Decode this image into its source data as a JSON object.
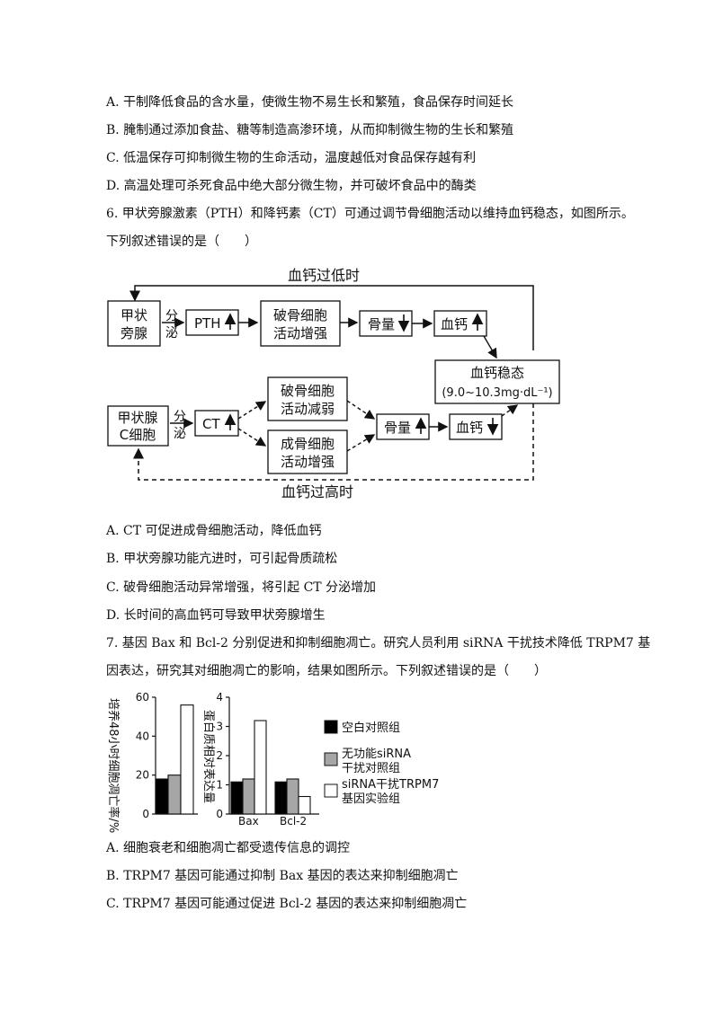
{
  "q5_options": [
    "A. 干制降低食品的含水量，使微生物不易生长和繁殖，食品保存时间延长",
    "B. 腌制通过添加食盐、糖等制造高渗环境，从而抑制微生物的生长和繁殖",
    "C. 低温保存可抑制微生物的生命活动，温度越低对食品保存越有利",
    "D. 高温处理可杀死食品中绝大部分微生物，并可破坏食品中的酶类"
  ],
  "q6": {
    "stem_line1": "6. 甲状旁腺激素（PTH）和降钙素（CT）可通过调节骨细胞活动以维持血钙稳态，如图所示。",
    "stem_line2": "下列叙述错误的是（　　）",
    "diagram": {
      "label_low": "血钙过低时",
      "label_high": "血钙过高时",
      "parathyroid": [
        "甲状",
        "旁腺"
      ],
      "secrete": [
        "分",
        "泌"
      ],
      "pth": "PTH",
      "osteoclast_up": [
        "破骨细胞",
        "活动增强"
      ],
      "bone_mass": "骨量",
      "blood_ca": "血钙",
      "homeostasis": [
        "血钙稳态",
        "(9.0~10.3mg·dL⁻¹)"
      ],
      "thyroid_c": [
        "甲状腺",
        "C细胞"
      ],
      "ct": "CT",
      "osteoclast_down": [
        "破骨细胞",
        "活动减弱"
      ],
      "osteoblast_up": [
        "成骨细胞",
        "活动增强"
      ]
    },
    "options": [
      "A. CT 可促进成骨细胞活动，降低血钙",
      "B. 甲状旁腺功能亢进时，可引起骨质疏松",
      "C. 破骨细胞活动异常增强，将引起 CT 分泌增加",
      "D. 长时间的高血钙可导致甲状旁腺增生"
    ]
  },
  "q7": {
    "stem_line1": "7. 基因 Bax 和 Bcl-2 分别促进和抑制细胞凋亡。研究人员利用 siRNA 干扰技术降低 TRPM7 基",
    "stem_line2": "因表达，研究其对细胞凋亡的影响，结果如图所示。下列叙述错误的是（　　）",
    "legend": [
      {
        "label": [
          "空白对照组"
        ],
        "color": "#000000"
      },
      {
        "label": [
          "无功能siRNA",
          "干扰对照组"
        ],
        "color": "#a6a6a6"
      },
      {
        "label": [
          "siRNA干扰TRPM7",
          "基因实验组"
        ],
        "color": "#ffffff"
      }
    ],
    "options": [
      "A. 细胞衰老和细胞凋亡都受遗传信息的调控",
      "B. TRPM7 基因可能通过抑制 Bax 基因的表达来抑制细胞凋亡",
      "C. TRPM7 基因可能通过促进 Bcl-2 基因的表达来抑制细胞凋亡"
    ]
  },
  "chart_data": [
    {
      "type": "bar",
      "ylabel": "培养48小时细胞凋亡率/%",
      "ylim": [
        0,
        60
      ],
      "yticks": [
        0,
        20,
        40,
        60
      ],
      "categories": [
        ""
      ],
      "series": [
        {
          "name": "空白对照组",
          "values": [
            18
          ]
        },
        {
          "name": "无功能siRNA干扰对照组",
          "values": [
            20
          ]
        },
        {
          "name": "siRNA干扰TRPM7基因实验组",
          "values": [
            56
          ]
        }
      ]
    },
    {
      "type": "bar",
      "ylabel": "蛋白质相对表达量",
      "ylim": [
        0,
        4
      ],
      "yticks": [
        0,
        1,
        2,
        3,
        4
      ],
      "categories": [
        "Bax",
        "Bcl-2"
      ],
      "series": [
        {
          "name": "空白对照组",
          "values": [
            1.1,
            1.1
          ]
        },
        {
          "name": "无功能siRNA干扰对照组",
          "values": [
            1.2,
            1.2
          ]
        },
        {
          "name": "siRNA干扰TRPM7基因实验组",
          "values": [
            3.2,
            0.6
          ]
        }
      ]
    }
  ]
}
